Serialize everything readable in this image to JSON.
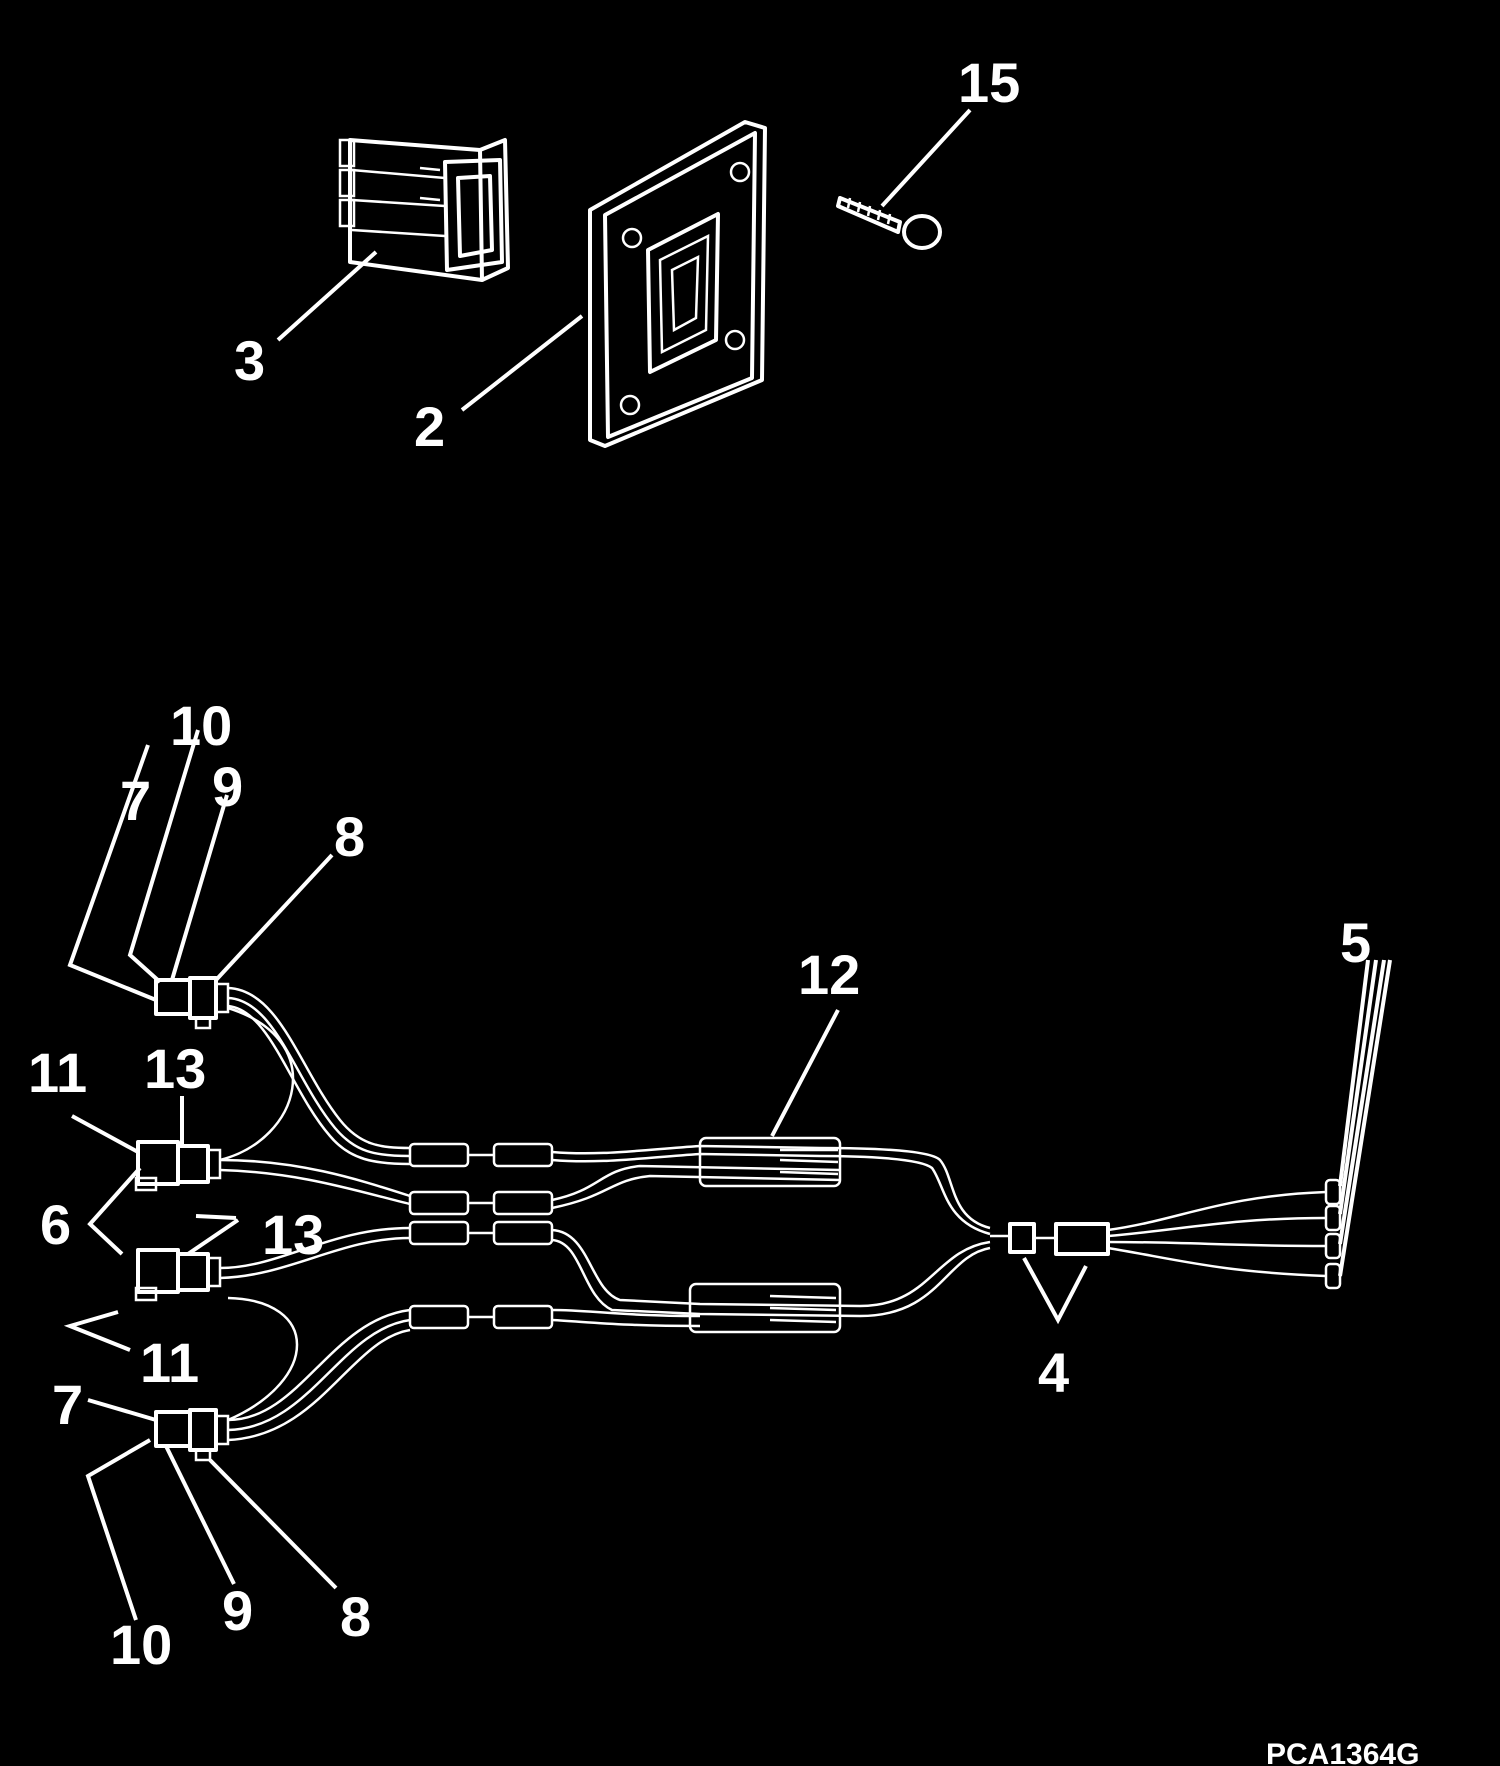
{
  "figure": {
    "drawing_code": "PCA1364G",
    "background": "#000000",
    "ink": "#ffffff"
  },
  "callouts": {
    "rocker_switch": "3",
    "switch_bezel": "2",
    "screw": "15",
    "upper_connector_a": "10",
    "upper_connector_b": "9",
    "upper_connector_c": "7",
    "upper_connector_d": "8",
    "switch_connector_upper_11": "11",
    "switch_connector_upper_13": "13",
    "switch_connector_6": "6",
    "switch_connector_lower_13": "13",
    "switch_connector_lower_11": "11",
    "lower_connector_7": "7",
    "lower_connector_10": "10",
    "lower_connector_9": "9",
    "lower_connector_8": "8",
    "harness_12": "12",
    "inline_connector_4": "4",
    "terminals_5": "5"
  }
}
